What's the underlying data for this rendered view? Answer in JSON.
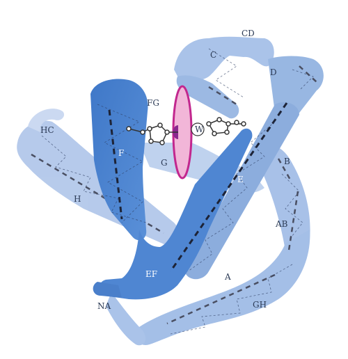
{
  "figure": {
    "labels": {
      "cd": "CD",
      "c": "C",
      "d": "D",
      "fg": "FG",
      "hc": "HC",
      "f": "F",
      "g": "G",
      "w": "W",
      "b": "B",
      "e": "E",
      "h": "H",
      "ab": "AB",
      "ef": "EF",
      "a": "A",
      "na": "NA",
      "gh": "GH"
    },
    "colors": {
      "helix_light": "#a9c1e6",
      "helix_mid": "#8eaedc",
      "helix_dark": "#4f84cf",
      "axis": "#3a3f52",
      "heme_disc": "#f1b3d6",
      "heme_edge": "#c2278e",
      "heme_inner": "#8a2a8f"
    }
  }
}
